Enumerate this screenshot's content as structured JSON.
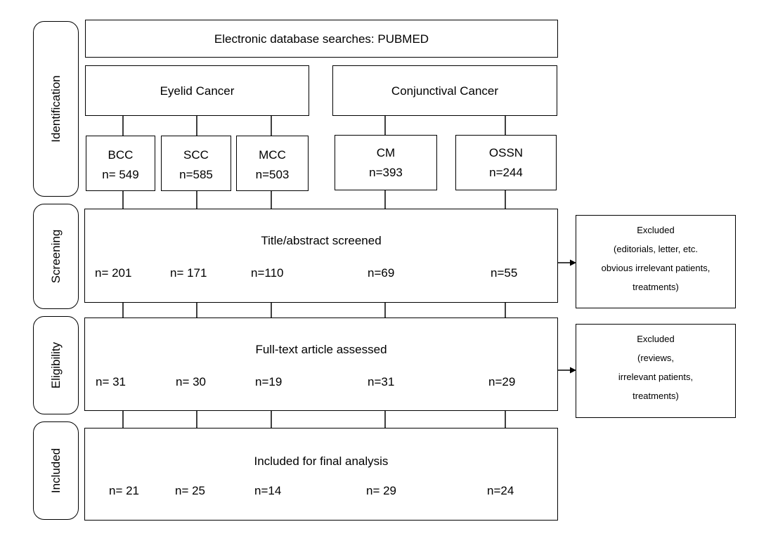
{
  "stages": {
    "identification": "Identification",
    "screening": "Screening",
    "eligibility": "Eligibility",
    "included": "Included"
  },
  "database": "Electronic database searches: PUBMED",
  "groups": {
    "eyelid": "Eyelid Cancer",
    "conjunctival": "Conjunctival Cancer"
  },
  "cancers": [
    {
      "name": "BCC",
      "count": "n= 549"
    },
    {
      "name": "SCC",
      "count": "n=585"
    },
    {
      "name": "MCC",
      "count": "n=503"
    },
    {
      "name": "CM",
      "count": "n=393"
    },
    {
      "name": "OSSN",
      "count": "n=244"
    }
  ],
  "screening": {
    "title": "Title/abstract screened",
    "counts": [
      "n= 201",
      "n= 171",
      "n=110",
      "n=69",
      "n=55"
    ]
  },
  "eligibility": {
    "title": "Full-text article assessed",
    "counts": [
      "n= 31",
      "n= 30",
      "n=19",
      "n=31",
      "n=29"
    ]
  },
  "included": {
    "title": "Included for final analysis",
    "counts": [
      "n= 21",
      "n= 25",
      "n=14",
      "n= 29",
      "n=24"
    ]
  },
  "excluded_screening": [
    "Excluded",
    "(editorials, letter, etc.",
    "obvious irrelevant patients,",
    "treatments)"
  ],
  "excluded_eligibility": [
    "Excluded",
    "(reviews,",
    "irrelevant patients,",
    "treatments)"
  ]
}
